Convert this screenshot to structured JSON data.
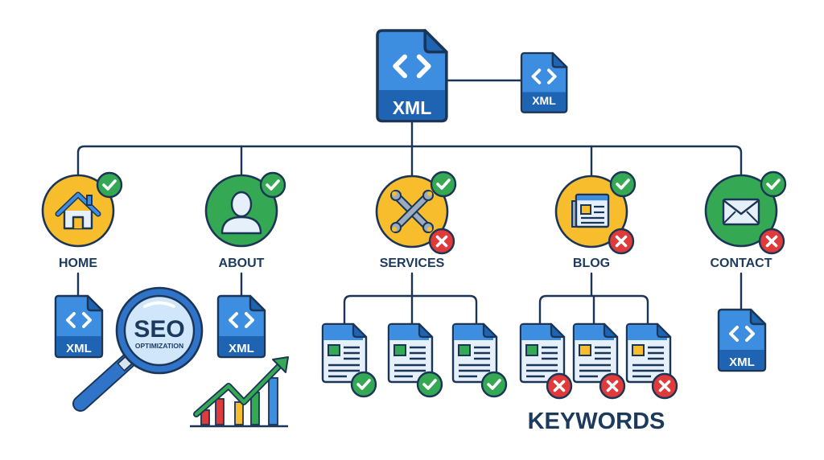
{
  "diagram": {
    "type": "xml-sitemap-hierarchy",
    "colors": {
      "outline": "#1a3556",
      "doc_blue": "#3d8de0",
      "doc_blue_dark": "#1f64b3",
      "yellow": "#f8bd2c",
      "green": "#35a853",
      "red": "#e03a3a",
      "paper": "#e6f0fa",
      "label": "#1c3a5e"
    },
    "root": {
      "icon": "xml-file-icon",
      "code_glyph": "< >",
      "label": "XML"
    },
    "root_sibling": {
      "icon": "xml-file-icon",
      "code_glyph": "< >",
      "label": "XML"
    },
    "pages": [
      {
        "id": "home",
        "label": "HOME",
        "icon": "house-icon",
        "circle_color": "yellow",
        "status": [
          "check"
        ],
        "children": {
          "type": "xml",
          "label": "XML",
          "code_glyph": "< >"
        }
      },
      {
        "id": "about",
        "label": "ABOUT",
        "icon": "user-icon",
        "circle_color": "green",
        "status": [
          "check"
        ],
        "children": {
          "type": "xml",
          "label": "XML",
          "code_glyph": "< >"
        }
      },
      {
        "id": "services",
        "label": "SERVICES",
        "icon": "wrench-icon",
        "circle_color": "yellow",
        "status": [
          "check",
          "cross"
        ],
        "children": {
          "type": "pages",
          "items": [
            {
              "thumb": "green",
              "status": "check"
            },
            {
              "thumb": "green",
              "status": "check"
            },
            {
              "thumb": "green",
              "status": "check"
            }
          ]
        }
      },
      {
        "id": "blog",
        "label": "BLOG",
        "icon": "newspaper-icon",
        "circle_color": "yellow",
        "status": [
          "check",
          "cross"
        ],
        "children": {
          "type": "pages",
          "items": [
            {
              "thumb": "green",
              "status": "cross"
            },
            {
              "thumb": "yellow",
              "status": "cross"
            },
            {
              "thumb": "yellow",
              "status": "cross"
            }
          ]
        }
      },
      {
        "id": "contact",
        "label": "CONTACT",
        "icon": "envelope-icon",
        "circle_color": "green",
        "status": [
          "check",
          "cross"
        ],
        "children": {
          "type": "xml",
          "label": "XML",
          "code_glyph": "< >"
        }
      }
    ],
    "seo_badge": {
      "title": "SEO",
      "subtitle": "OPTIMIZATION",
      "icon": "magnifier-icon"
    },
    "growth_chart": {
      "icon": "growth-chart-icon",
      "bar_colors": [
        "red",
        "red",
        "yellow",
        "green",
        "blue"
      ]
    },
    "keywords_label": "KEYWORDS"
  }
}
